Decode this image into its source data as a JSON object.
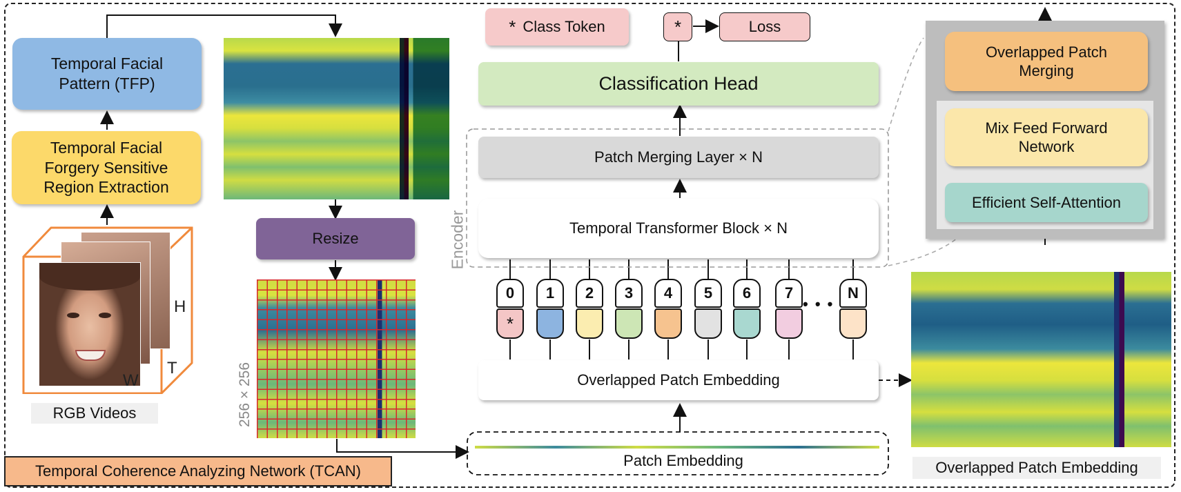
{
  "left": {
    "tfp": "Temporal Facial Pattern (TFP)",
    "extraction": "Temporal Facial Forgery Sensitive Region Extraction",
    "rgb_label": "RGB Videos",
    "axis_h": "H",
    "axis_t": "T",
    "axis_w": "W"
  },
  "middle": {
    "resize": "Resize",
    "size_label": "256 × 256"
  },
  "encoder": {
    "label": "Encoder",
    "class_token": "Class Token",
    "star": "*",
    "loss": "Loss",
    "classification_head": "Classification Head",
    "patch_merging": "Patch Merging Layer × N",
    "transformer": "Temporal Transformer Block × N",
    "overlapped_embedding": "Overlapped Patch Embedding",
    "patch_embedding": "Patch Embedding",
    "tokens": [
      "0",
      "1",
      "2",
      "3",
      "4",
      "5",
      "6",
      "7",
      "N"
    ],
    "ellipsis": "• • •",
    "token_colors": [
      "#f4c6c6",
      "#8db4e0",
      "#fbedb0",
      "#cde6b5",
      "#f6c38f",
      "#e2e2e2",
      "#a9d8d0",
      "#f2cde0",
      "#fde3c8"
    ]
  },
  "right": {
    "overlapped_merging": "Overlapped Patch Merging",
    "mix_ffn": "Mix Feed Forward Network",
    "esa": "Efficient Self-Attention",
    "caption": "Overlapped Patch Embedding"
  },
  "footer": {
    "network_name": "Temporal Coherence Analyzing Network (TCAN)"
  },
  "colors": {
    "tfp": "#8fb9e4",
    "extraction": "#fcd96a",
    "resize": "#806497",
    "class_token": "#f6caca",
    "classification_head": "#d3eac0",
    "patch_merging": "#d9d9d9",
    "overlapped_merging": "#f5c07e",
    "mix_ffn": "#fbe7aa",
    "esa": "#a6d6cc",
    "network_name": "#f7b98b",
    "face_frame": "#f08a3c"
  }
}
